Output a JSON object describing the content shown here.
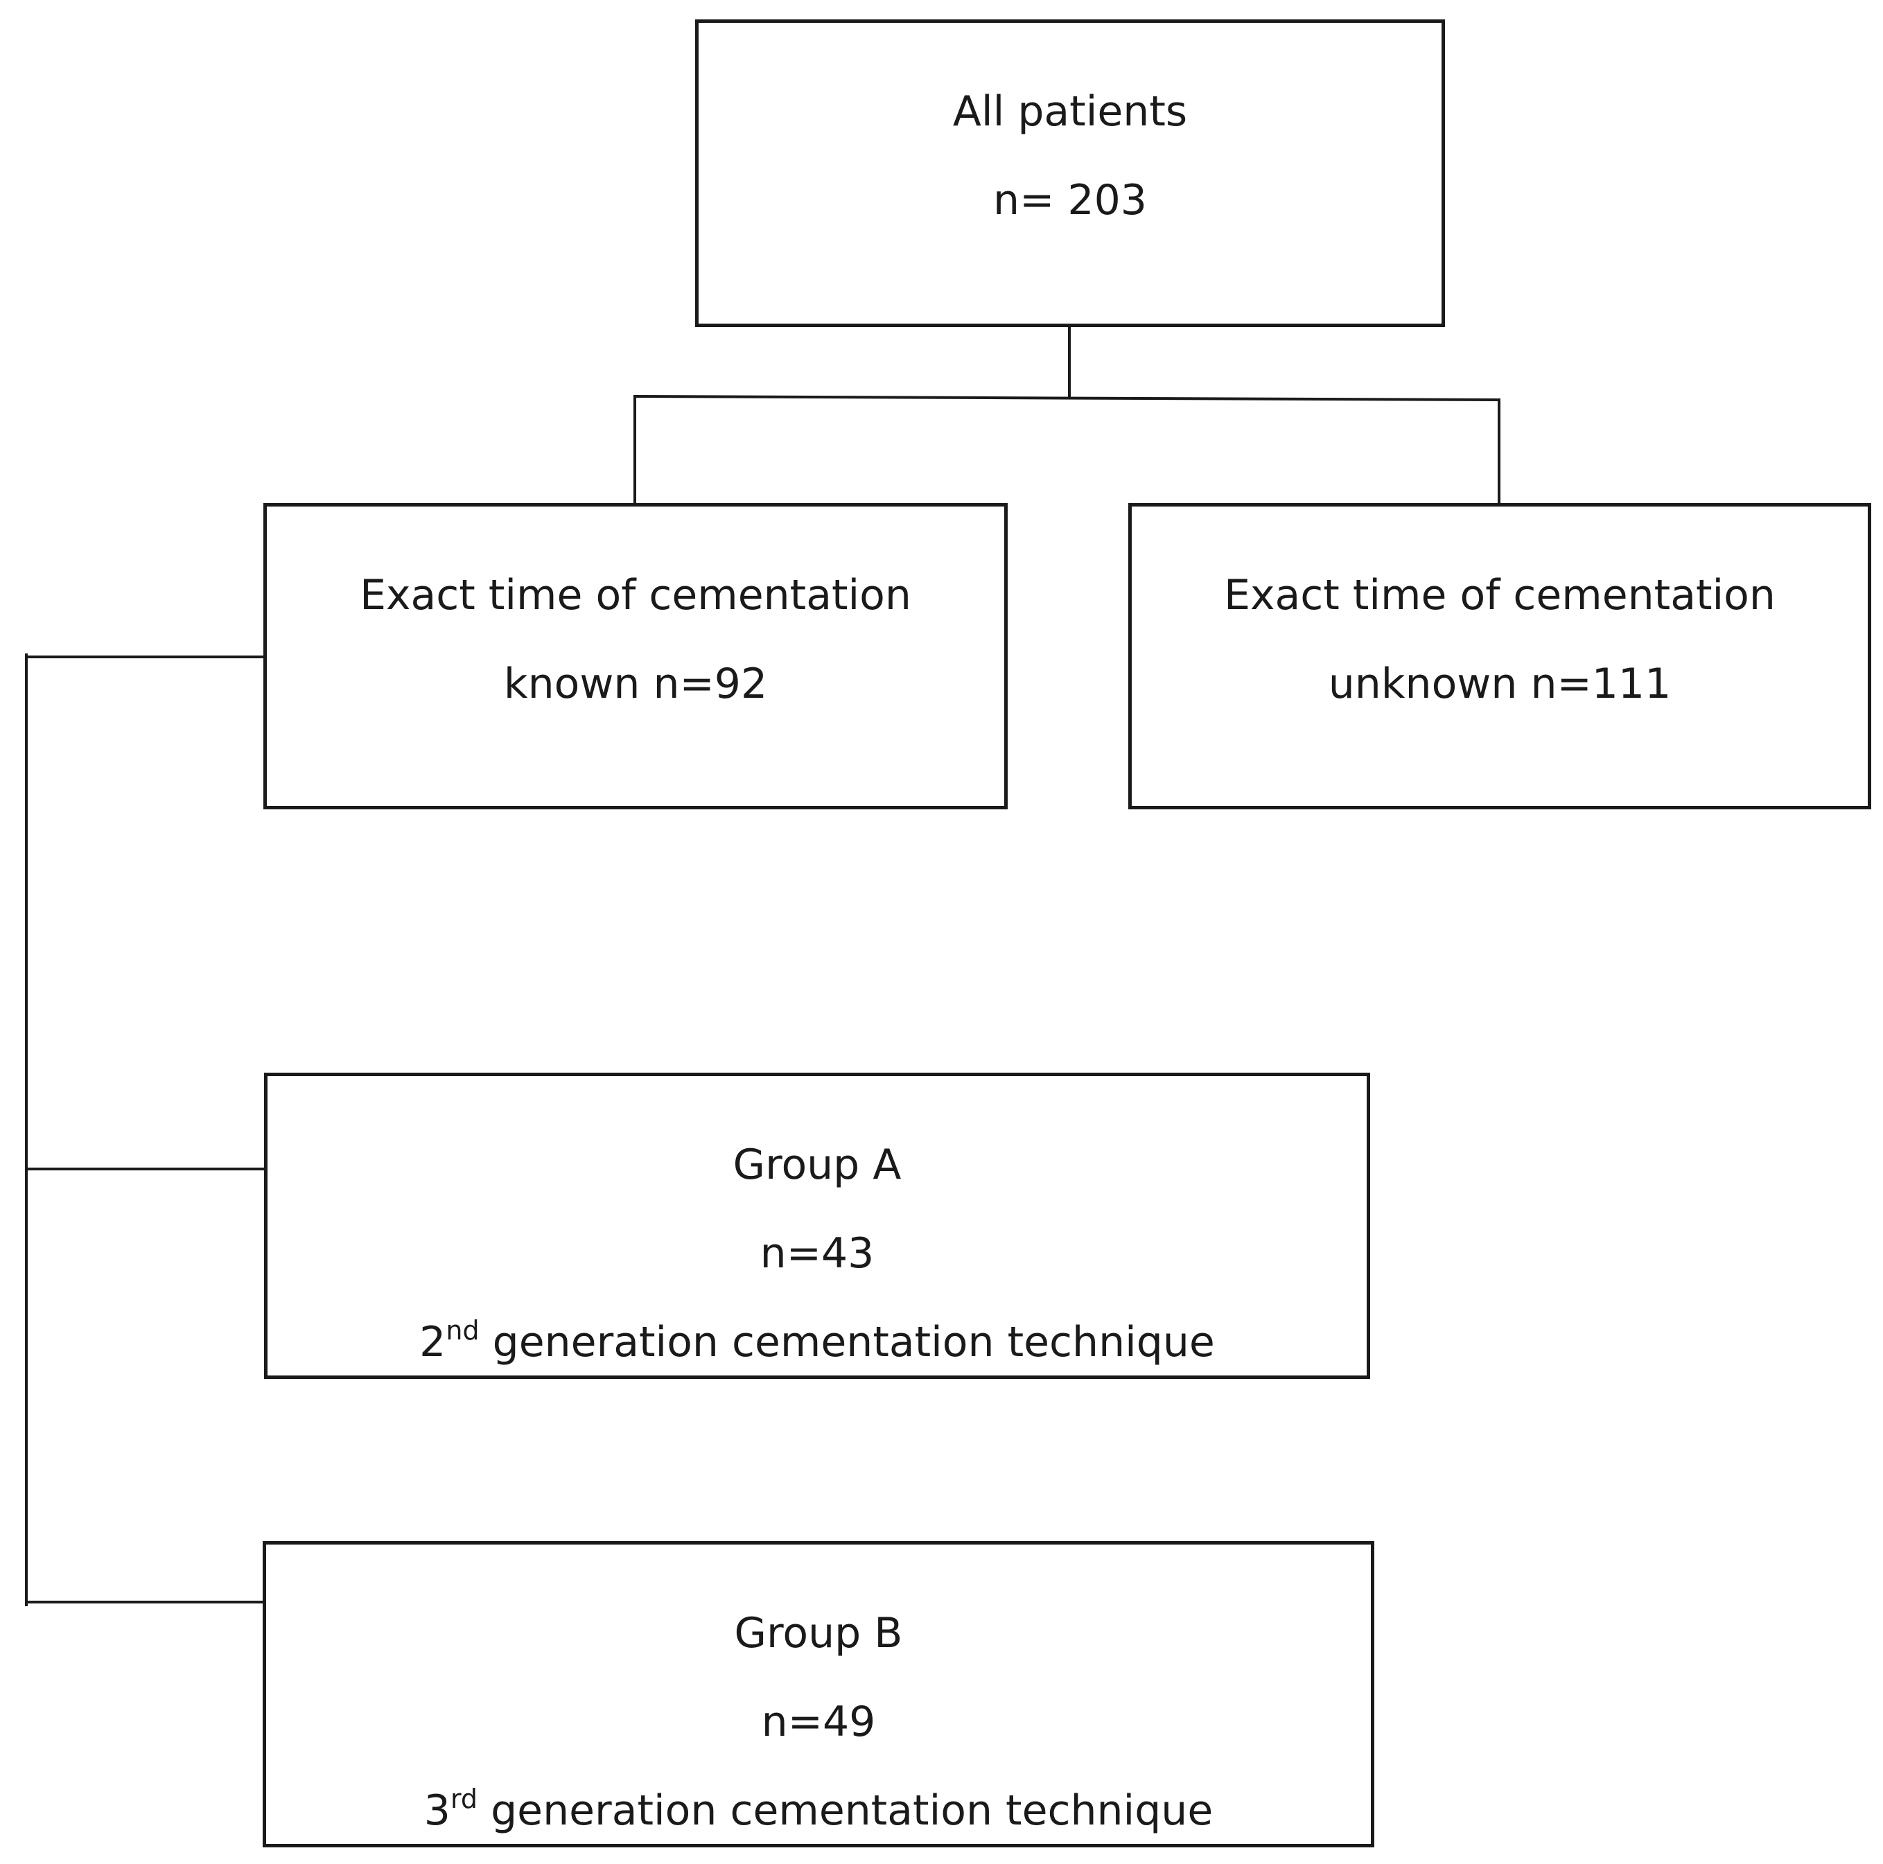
{
  "diagram": {
    "nodes": {
      "all_patients": {
        "title": "All patients",
        "count": "n= 203"
      },
      "time_known": {
        "title": "Exact time of cementation",
        "count": "known n=92"
      },
      "time_unknown": {
        "title": "Exact time of cementation",
        "count": "unknown n=111"
      },
      "group_a": {
        "title": "Group A",
        "count": "n=43",
        "technique_ordinal": "2",
        "technique_suffix": "nd",
        "technique_text": " generation cementation technique"
      },
      "group_b": {
        "title": "Group B",
        "count": "n=49",
        "technique_ordinal": "3",
        "technique_suffix": "rd",
        "technique_text": " generation cementation technique"
      }
    },
    "edges": [
      {
        "from": "all_patients",
        "to": "time_known"
      },
      {
        "from": "all_patients",
        "to": "time_unknown"
      },
      {
        "from": "time_known",
        "to": "group_a"
      },
      {
        "from": "time_known",
        "to": "group_b"
      }
    ],
    "colors": {
      "line": "#1a1a1a",
      "background": "#ffffff"
    }
  }
}
